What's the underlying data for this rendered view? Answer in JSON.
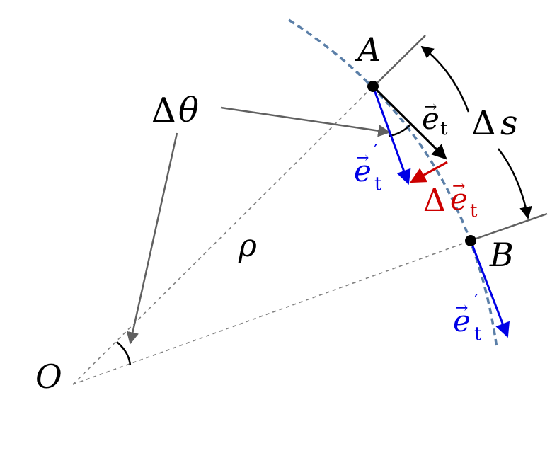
{
  "labels": {
    "point_a": "A",
    "point_b": "B",
    "origin": "O",
    "delta": "Δ",
    "theta": "θ",
    "s": "s",
    "rho": "ρ",
    "e": "e",
    "sub_t": "t",
    "prime": "′",
    "vec_arrow": "→"
  },
  "colors": {
    "curve": "#5b7fa8",
    "gray": "#606060",
    "dashed": "#808080",
    "black": "#000000",
    "blue": "#0000e6",
    "red": "#cc0000"
  }
}
